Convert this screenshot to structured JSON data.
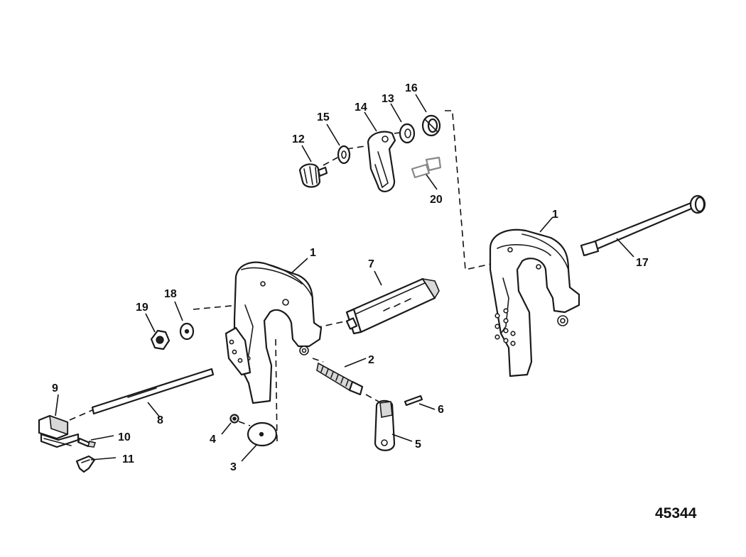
{
  "diagram_id": "45344",
  "callouts": {
    "c1_right": "1",
    "c1_left": "1",
    "c2": "2",
    "c3": "3",
    "c4": "4",
    "c5": "5",
    "c6": "6",
    "c7": "7",
    "c8": "8",
    "c9": "9",
    "c10": "10",
    "c11": "11",
    "c12": "12",
    "c13": "13",
    "c14": "14",
    "c15": "15",
    "c16": "16",
    "c17": "17",
    "c18": "18",
    "c19": "19",
    "c20": "20"
  }
}
